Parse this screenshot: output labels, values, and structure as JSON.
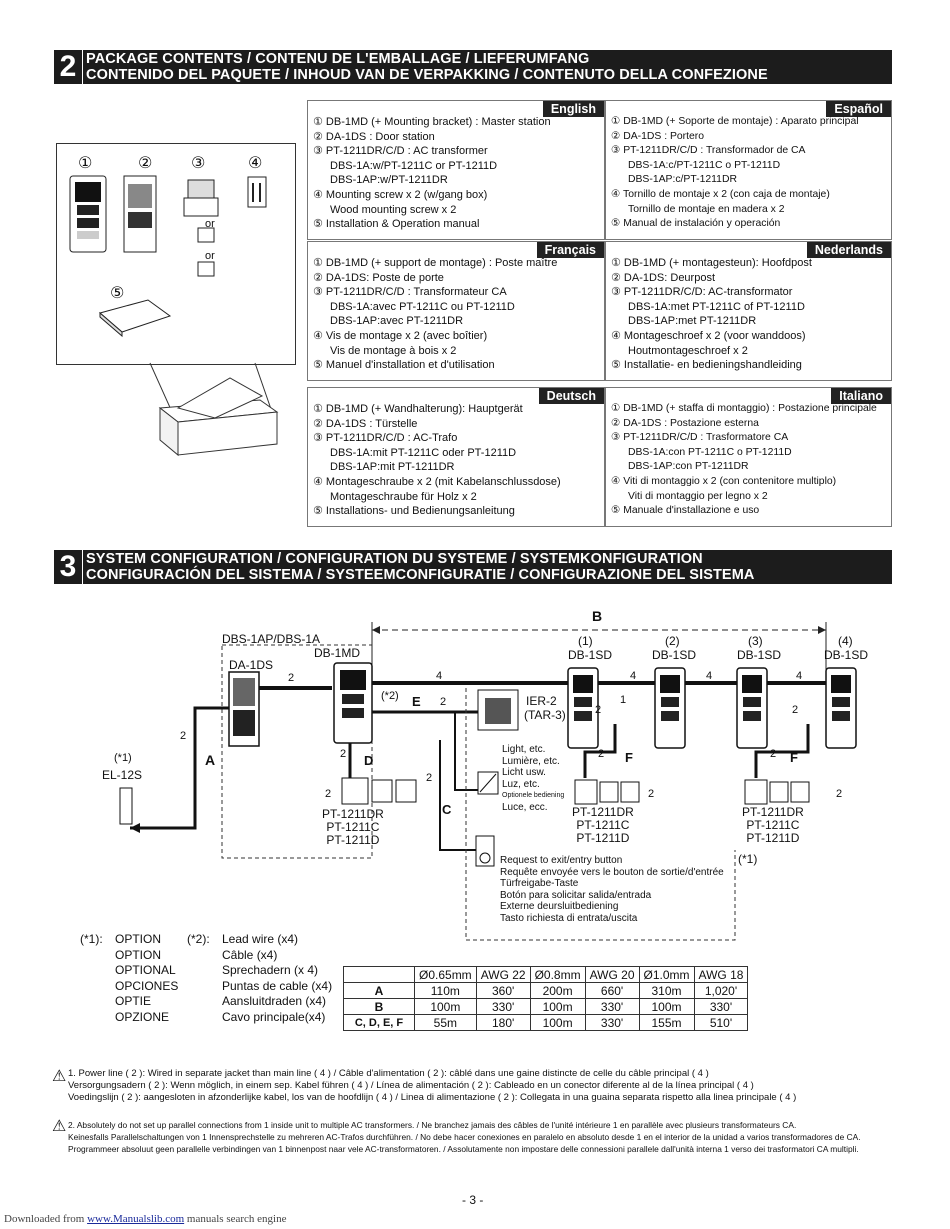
{
  "section2": {
    "number": "2",
    "line1": "PACKAGE CONTENTS / CONTENU DE L'EMBALLAGE / LIEFERUMFANG",
    "line2": "CONTENIDO DEL PAQUETE / INHOUD VAN DE VERPAKKING / CONTENUTO DELLA CONFEZIONE"
  },
  "pictures": {
    "n1": "①",
    "n2": "②",
    "n3": "③",
    "n4": "④",
    "n5": "⑤",
    "or1": "or",
    "or2": "or"
  },
  "langs": {
    "en": {
      "title": "English",
      "lines": [
        "① DB-1MD (+ Mounting bracket) : Master station",
        "② DA-1DS : Door station",
        "③ PT-1211DR/C/D : AC transformer",
        "DBS-1A:w/PT-1211C or PT-1211D",
        "DBS-1AP:w/PT-1211DR",
        "④ Mounting screw x 2 (w/gang box)",
        "Wood mounting screw x 2",
        "⑤ Installation & Operation manual"
      ]
    },
    "es": {
      "title": "Español",
      "lines": [
        "① DB-1MD (+ Soporte de montaje) : Aparato principal",
        "② DA-1DS : Portero",
        "③ PT-1211DR/C/D : Transformador de CA",
        "DBS-1A:c/PT-1211C o PT-1211D",
        "DBS-1AP:c/PT-1211DR",
        "④ Tornillo de montaje x 2 (con caja de montaje)",
        "Tornillo de montaje en madera x 2",
        "⑤ Manual de instalación y operación"
      ]
    },
    "fr": {
      "title": "Français",
      "lines": [
        "① DB-1MD (+ support de montage) : Poste maître",
        "② DA-1DS: Poste de porte",
        "③ PT-1211DR/C/D : Transformateur CA",
        "DBS-1A:avec PT-1211C ou PT-1211D",
        "DBS-1AP:avec PT-1211DR",
        "④ Vis de montage x 2 (avec boîtier)",
        "Vis de montage à bois x 2",
        "⑤ Manuel d'installation et d'utilisation"
      ]
    },
    "nl": {
      "title": "Nederlands",
      "lines": [
        "① DB-1MD (+ montagesteun): Hoofdpost",
        "② DA-1DS: Deurpost",
        "③ PT-1211DR/C/D: AC-transformator",
        "DBS-1A:met PT-1211C of PT-1211D",
        "DBS-1AP:met PT-1211DR",
        "④ Montageschroef x 2 (voor wanddoos)",
        "Houtmontageschroef x 2",
        "⑤ Installatie- en bedieningshandleiding"
      ]
    },
    "de": {
      "title": "Deutsch",
      "lines": [
        "① DB-1MD (+ Wandhalterung): Hauptgerät",
        "② DA-1DS : Türstelle",
        "③ PT-1211DR/C/D : AC-Trafo",
        "DBS-1A:mit PT-1211C oder PT-1211D",
        "DBS-1AP:mit PT-1211DR",
        "④ Montageschraube x 2 (mit Kabelanschlussdose)",
        "Montageschraube für Holz x 2",
        "⑤ Installations- und Bedienungsanleitung"
      ]
    },
    "it": {
      "title": "Italiano",
      "lines": [
        "① DB-1MD (+ staffa di montaggio) : Postazione principale",
        "② DA-1DS : Postazione esterna",
        "③ PT-1211DR/C/D : Trasformatore CA",
        "DBS-1A:con PT-1211C o PT-1211D",
        "DBS-1AP:con PT-1211DR",
        "④ Viti di montaggio x 2 (con contenitore multiplo)",
        "Viti di montaggio per legno x 2",
        "⑤ Manuale d'installazione e uso"
      ]
    }
  },
  "section3": {
    "number": "3",
    "line1": "SYSTEM CONFIGURATION / CONFIGURATION DU SYSTEME / SYSTEMKONFIGURATION",
    "line2": "CONFIGURACIÓN DEL SISTEMA / SYSTEEMCONFIGURATIE / CONFIGURAZIONE DEL SISTEMA"
  },
  "diagram": {
    "dbs": "DBS-1AP/DBS-1A",
    "da1ds": "DA-1DS",
    "db1md": "DB-1MD",
    "b": "B",
    "n1": "(1)",
    "n2": "(2)",
    "n3": "(3)",
    "n4": "(4)",
    "db1sd": "DB-1SD",
    "star1": "(*1)",
    "star2": "(*2)",
    "el12s": "EL-12S",
    "a": "A",
    "c": "C",
    "d": "D",
    "e": "E",
    "f": "F",
    "two": "2",
    "four": "4",
    "tri2": "2",
    "tri1": "1",
    "ier2": "IER-2",
    "tar3": "(TAR-3)",
    "light": [
      "Light, etc.",
      "Lumière, etc.",
      "Licht usw.",
      "Luz, etc.",
      "Optionele bediening",
      "Luce, ecc."
    ],
    "pt": [
      "PT-1211DR",
      "PT-1211C",
      "PT-1211D"
    ],
    "request": [
      "Request to exit/entry button",
      "Requête envoyée vers le bouton de sortie/d'entrée",
      "Türfreigabe-Taste",
      "Botón para solicitar salida/entrada",
      "Externe deursluitbediening",
      "Tasto richiesta di entrata/uscita"
    ]
  },
  "options": {
    "star1": "(*1):",
    "star2": "(*2):",
    "left": [
      "OPTION",
      "OPTION",
      "OPTIONAL",
      "OPCIONES",
      "OPTIE",
      "OPZIONE"
    ],
    "right": [
      "Lead wire (x4)",
      "Câble (x4)",
      "Sprechadern (x 4)",
      "Puntas de cable (x4)",
      "Aansluitdraden (x4)",
      "Cavo principale(x4)"
    ]
  },
  "table": {
    "headers": [
      "",
      "Ø0.65mm",
      "AWG 22",
      "Ø0.8mm",
      "AWG 20",
      "Ø1.0mm",
      "AWG 18"
    ],
    "rows": [
      [
        "A",
        "110m",
        "360'",
        "200m",
        "660'",
        "310m",
        "1,020'"
      ],
      [
        "B",
        "100m",
        "330'",
        "100m",
        "330'",
        "100m",
        "330'"
      ],
      [
        "C, D, E, F",
        "55m",
        "180'",
        "100m",
        "330'",
        "155m",
        "510'"
      ]
    ]
  },
  "notes": {
    "n1": [
      "1. Power line ( 2 ): Wired in separate jacket than main line ( 4 ) / Câble d'alimentation ( 2 ): câblé dans une gaine distincte de celle du câble principal ( 4 )",
      "Versorgungsadern ( 2 ): Wenn möglich, in einem sep. Kabel führen ( 4 ) / Línea de alimentación ( 2 ): Cableado en un conector diferente al de la línea principal ( 4 )",
      "Voedingslijn ( 2 ): aangesloten in afzonderlijke kabel, los van de hoofdlijn ( 4 ) / Linea di alimentazione ( 2 ): Collegata in una guaina separata rispetto alla linea principale ( 4 )"
    ],
    "n2": [
      "2. Absolutely do not set up parallel connections from 1 inside unit to multiple AC transformers. / Ne branchez jamais des câbles de l'unité intérieure 1 en parallèle avec plusieurs transformateurs CA.",
      "Keinesfalls Parallelschaltungen von 1 Innensprechstelle zu mehreren AC-Trafos durchführen. / No debe hacer conexiones en paralelo en absoluto desde 1 en el interior de la unidad a varios transformadores de CA.",
      "Programmeer absoluut geen parallelle verbindingen van 1 binnenpost naar vele AC-transformatoren. / Assolutamente non impostare delle connessioni parallele dall'unità interna 1 verso dei trasformatori CA multipli."
    ]
  },
  "page": "- 3 -",
  "footer": {
    "prefix": "Downloaded from ",
    "link": "www.Manualslib.com",
    "suffix": " manuals search engine"
  }
}
